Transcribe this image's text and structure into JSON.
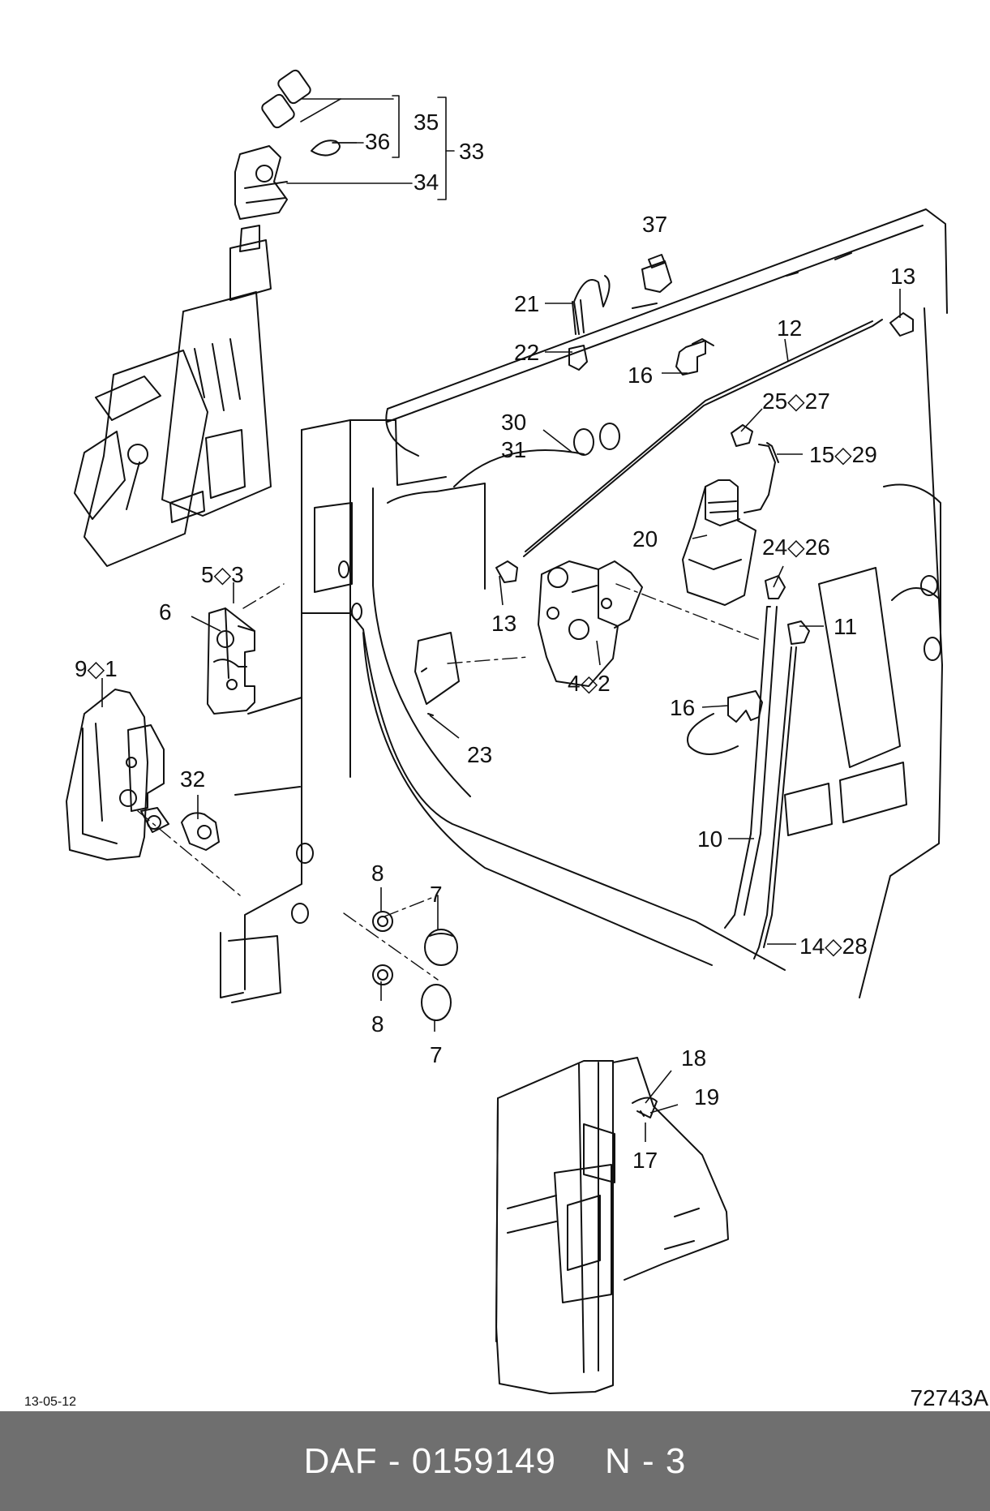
{
  "callouts": {
    "c35": "35",
    "c36": "36",
    "c33": "33",
    "c34": "34",
    "c37": "37",
    "c21": "21",
    "c22": "22",
    "c16a": "16",
    "c12": "12",
    "c13a": "13",
    "c30": "30",
    "c31": "31",
    "c25_27": "25◇27",
    "c15_29": "15◇29",
    "c20": "20",
    "c5_3": "5◇3",
    "c6": "6",
    "c13b": "13",
    "c4_2": "4◇2",
    "c24_26": "24◇26",
    "c11": "11",
    "c9_1": "9◇1",
    "c16b": "16",
    "c23": "23",
    "c32": "32",
    "c10": "10",
    "c8a": "8",
    "c7a": "7",
    "c14_28": "14◇28",
    "c8b": "8",
    "c7b": "7",
    "c18": "18",
    "c19": "19",
    "c17": "17"
  },
  "date": "13-05-12",
  "drawing_ref": "72743A",
  "footer": {
    "part": "DAF - 0159149",
    "page": "N - 3"
  },
  "colors": {
    "footer_bg": "#6f6f6f",
    "line": "#111111"
  }
}
